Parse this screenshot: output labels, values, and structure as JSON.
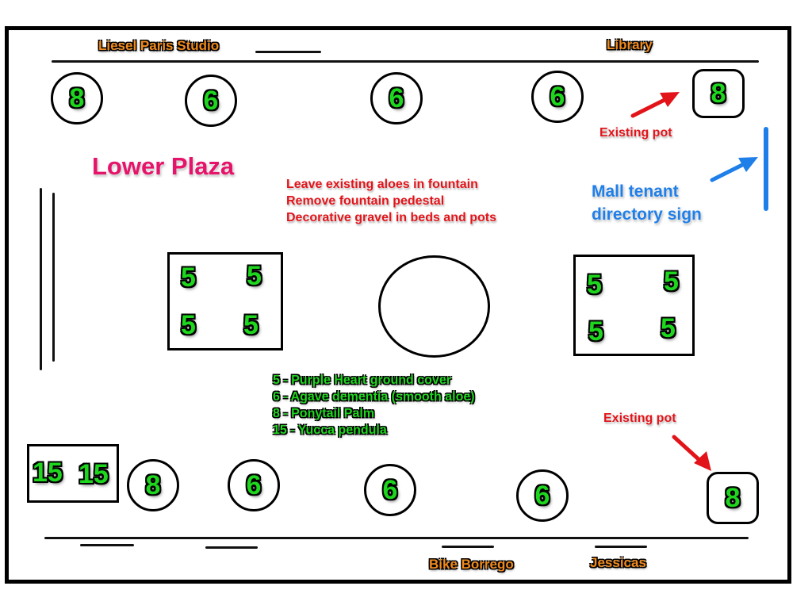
{
  "title": "Lower Plaza",
  "stores": {
    "top_left": "Liesel Paris Studio",
    "top_right": "Library",
    "bottom_center": "Bike Borrego",
    "bottom_right": "Jessicas"
  },
  "notes": [
    "Leave existing aloes in fountain",
    "Remove fountain pedestal",
    "Decorative gravel in beds and pots"
  ],
  "sign_label": "Mall tenant directory sign",
  "sign_label_lines": [
    "Mall tenant",
    "directory sign"
  ],
  "existing_pot_label": "Existing pot",
  "legend": [
    "5 - Purple Heart ground cover",
    "6 - Agave dementia (smooth aloe)",
    "8 - Ponytail Palm",
    "15 - Yucca pendula"
  ],
  "top_row_pots": [
    "8",
    "6",
    "6",
    "6",
    "8"
  ],
  "bottom_row_pots": [
    "8",
    "6",
    "6",
    "6",
    "8"
  ],
  "left_bed": [
    "5",
    "5",
    "5",
    "5"
  ],
  "right_bed": [
    "5",
    "5",
    "5",
    "5"
  ],
  "yucca_bed": [
    "15",
    "15"
  ],
  "colors": {
    "plant_number": "#1fd61f",
    "store_label": "#f08a1c",
    "note_red": "#e2141a",
    "title_pink": "#e5146a",
    "sign_blue": "#1f7fe8"
  }
}
